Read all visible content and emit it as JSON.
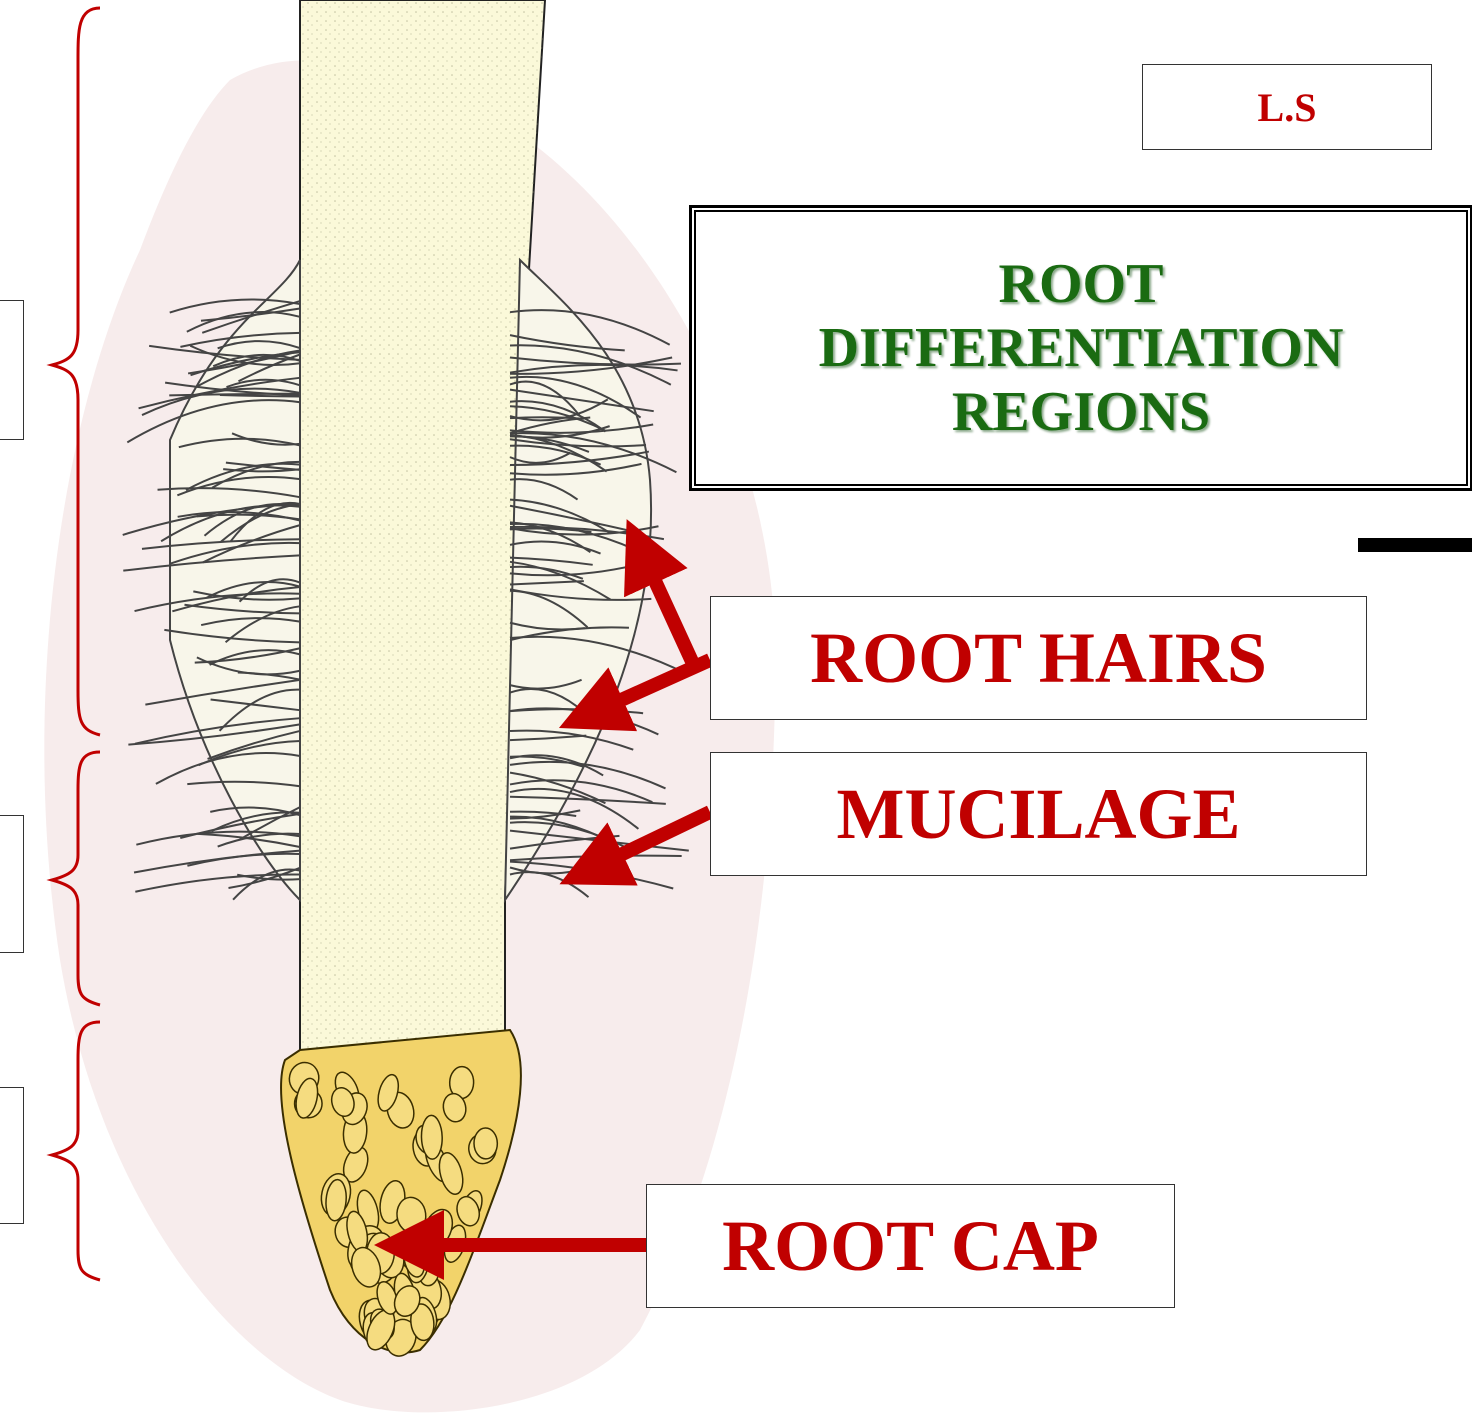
{
  "labels": {
    "section": "L.S",
    "title_lines": [
      "ROOT",
      "DIFFERENTIATION",
      "REGIONS"
    ],
    "root_hairs": "ROOT HAIRS",
    "mucilage": "MUCILAGE",
    "root_cap": "ROOT CAP"
  },
  "colors": {
    "label_red": "#c00000",
    "title_green": "#1a6b12",
    "mucilage_pink": "#f7ecec",
    "root_cream": "#fbf9d9",
    "root_cap_yellow": "#f2d36a",
    "arrow_red": "#c00000",
    "bracket_red": "#c00000"
  }
}
